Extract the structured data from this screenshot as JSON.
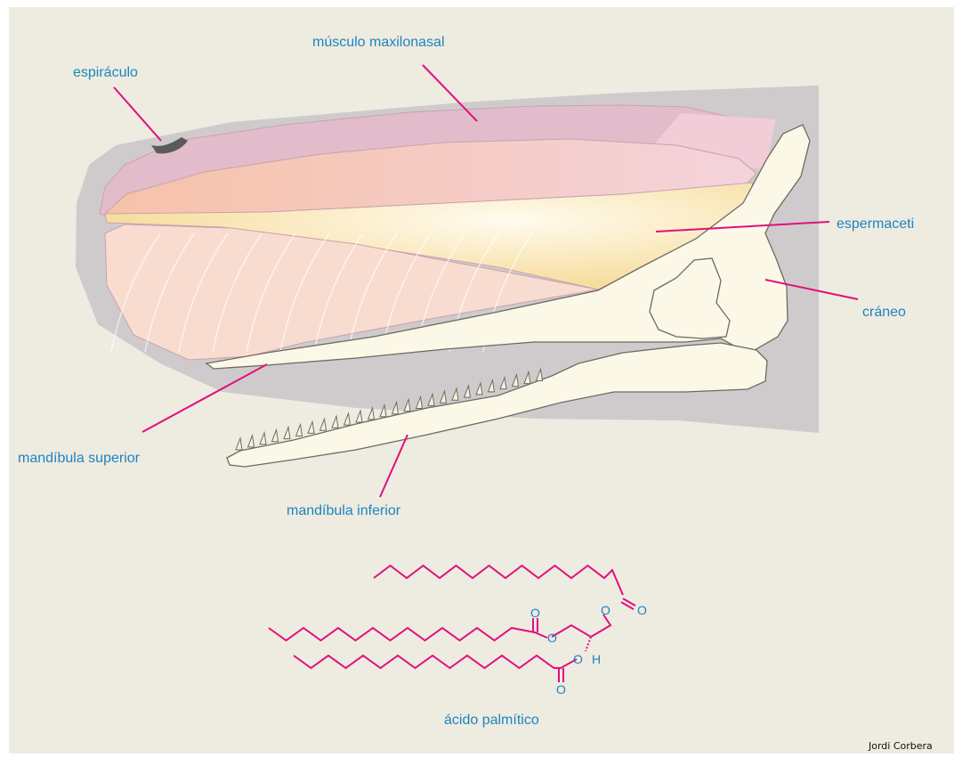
{
  "labels": {
    "muscle": "músculo maxilonasal",
    "spiracle": "espiráculo",
    "spermaceti": "espermaceti",
    "skull": "cráneo",
    "upper_jaw": "mandíbula superior",
    "lower_jaw": "mandíbula inferior",
    "molecule": "ácido palmítico"
  },
  "molecule_atoms": {
    "carbonyl_oxygen": "O",
    "ester_oxygen": "O",
    "hydrogen": "H"
  },
  "credit": "Jordi Corbera",
  "colors": {
    "background": "#eeebe1",
    "body_silhouette": "#cfcbcd",
    "muscle": "#e2bccb",
    "case_tissue": "#f3c8c0",
    "spermaceti": "#f8e4a8",
    "junk": "#f9dcd0",
    "bone": "#fbf8e8",
    "bone_outline": "#6e6a60",
    "spiracle": "#5b5b5b",
    "leader_line": "#e0107a",
    "label_text": "#1d84c0",
    "chain": "#e0107a"
  }
}
